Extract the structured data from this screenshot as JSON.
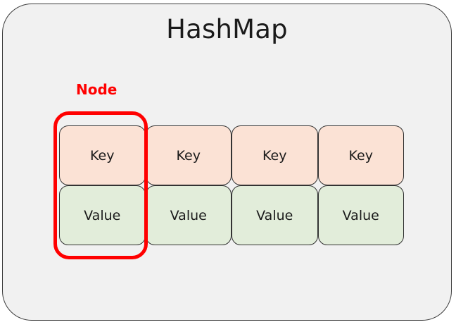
{
  "diagram": {
    "title": "HashMap",
    "node_label": "Node",
    "colors": {
      "container_fill": "#f1f1f1",
      "container_border": "#3b3b3b",
      "key_fill": "#fbe2d5",
      "value_fill": "#e2edda",
      "cell_border": "#333333",
      "highlight": "#ff0000",
      "text": "#1a1a1a"
    },
    "entries": [
      {
        "key_label": "Key",
        "value_label": "Value"
      },
      {
        "key_label": "Key",
        "value_label": "Value"
      },
      {
        "key_label": "Key",
        "value_label": "Value"
      },
      {
        "key_label": "Key",
        "value_label": "Value"
      }
    ]
  }
}
